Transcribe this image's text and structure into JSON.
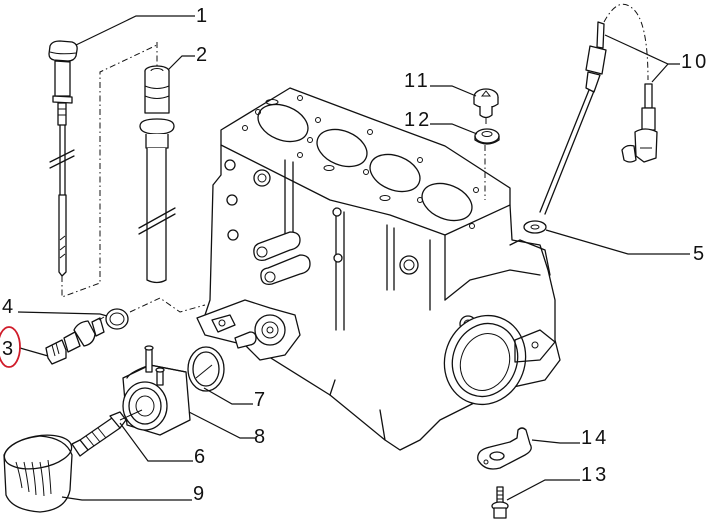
{
  "diagram": {
    "type": "exploded-parts-diagram",
    "subject": "Engine cylinder block and attached components",
    "highlight_color": "#d01c2a",
    "line_color": "#111111",
    "background_color": "#ffffff",
    "highlighted_callout": "3",
    "callouts": [
      {
        "id": "1",
        "label": "1",
        "part": "oil dipstick"
      },
      {
        "id": "2",
        "label": "2",
        "part": "dipstick guide tube"
      },
      {
        "id": "3",
        "label": "3",
        "part": "oil pressure sender"
      },
      {
        "id": "4",
        "label": "4",
        "part": "sealing ring"
      },
      {
        "id": "5",
        "label": "5",
        "part": "washer"
      },
      {
        "id": "6",
        "label": "6",
        "part": "threaded fitting"
      },
      {
        "id": "7",
        "label": "7",
        "part": "o-ring seal"
      },
      {
        "id": "8",
        "label": "8",
        "part": "oil cooler"
      },
      {
        "id": "9",
        "label": "9",
        "part": "oil filter"
      },
      {
        "id": "10",
        "label": "10",
        "part": "temperature sensor"
      },
      {
        "id": "11",
        "label": "11",
        "part": "plug"
      },
      {
        "id": "12",
        "label": "12",
        "part": "sealing washer"
      },
      {
        "id": "13",
        "label": "13",
        "part": "bolt"
      },
      {
        "id": "14",
        "label": "14",
        "part": "oil jet / pipe union"
      }
    ]
  }
}
